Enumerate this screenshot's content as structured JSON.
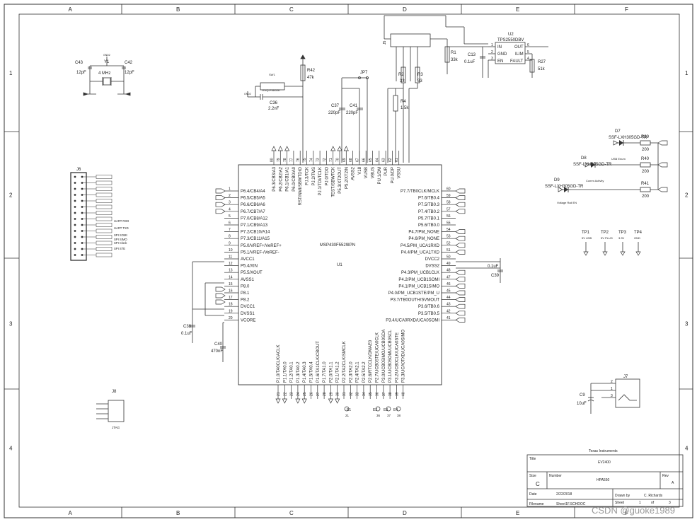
{
  "frame": {
    "cols": [
      "A",
      "B",
      "C",
      "D",
      "E",
      "F"
    ],
    "rows": [
      "1",
      "2",
      "3",
      "4"
    ]
  },
  "crystal": {
    "ref": "Y1",
    "value": "4 MHz",
    "c43_ref": "C43",
    "c43_val": "12pF",
    "c42_ref": "C42",
    "c42_val": "12pF",
    "gnd": "GND2"
  },
  "switch": {
    "ref": "SW1",
    "part": "EVQ-P5D02K",
    "cap_ref": "C36",
    "cap_val": "2.2nF",
    "gnd": "GND2"
  },
  "r42": {
    "ref": "R42",
    "value": "47k"
  },
  "jp7": {
    "ref": "JP7"
  },
  "c37": {
    "ref": "C37",
    "value": "220pF"
  },
  "c41": {
    "ref": "C41",
    "value": "220pF"
  },
  "j5": {
    "ref": "J5"
  },
  "r1": {
    "ref": "R1",
    "value": "33k"
  },
  "r2": {
    "ref": "R2",
    "value": "33"
  },
  "r3": {
    "ref": "R3",
    "value": "33"
  },
  "r4": {
    "ref": "R4",
    "value": "1.5k"
  },
  "u2": {
    "ref": "U2",
    "part": "TPS2550DBV",
    "pins_left": [
      "IN",
      "GND",
      "EN"
    ],
    "pins_right": [
      "OUT",
      "ILIM",
      "FAULT"
    ],
    "nums_left": [
      "1",
      "2",
      "3"
    ],
    "nums_right": [
      "6",
      "5",
      "4"
    ]
  },
  "c13": {
    "ref": "C13",
    "value": "0.1uF"
  },
  "r27": {
    "ref": "R27",
    "value": "51k"
  },
  "leds": [
    {
      "ref": "D7",
      "part": "SSF-LXH305GD-TR",
      "label": "USB Enum",
      "r_ref": "R39",
      "r_val": "200"
    },
    {
      "ref": "D8",
      "part": "SSF-LXH305GD-TR",
      "label": "Comm Activity",
      "r_ref": "R40",
      "r_val": "200"
    },
    {
      "ref": "D9",
      "part": "SSF-LXH305GD-TR",
      "label": "Voltage Rail EN",
      "r_ref": "R41",
      "r_val": "200"
    }
  ],
  "testpoints": [
    {
      "ref": "TP1",
      "label": "5V USB"
    },
    {
      "ref": "TP2",
      "label": "5V PLUG"
    },
    {
      "ref": "TP3",
      "label": "3.3V"
    },
    {
      "ref": "TP4",
      "label": "GND"
    }
  ],
  "j6": {
    "ref": "J6",
    "labels": [
      "UART RXD",
      "UART TXD",
      "SPI SOMI",
      "SPI SIMO",
      "SPI Clock",
      "SPI STE"
    ]
  },
  "u1": {
    "ref": "U1",
    "part": "MSP430F5529IPN",
    "left_pins": [
      {
        "n": "1",
        "name": "P6.4/CB4/A4"
      },
      {
        "n": "2",
        "name": "P6.5/CB5/A5"
      },
      {
        "n": "3",
        "name": "P6.6/CB6/A6"
      },
      {
        "n": "4",
        "name": "P6.7/CB7/A7"
      },
      {
        "n": "5",
        "name": "P7.0/CB8/A12"
      },
      {
        "n": "6",
        "name": "P7.1/CB9/A13"
      },
      {
        "n": "7",
        "name": "P7.2/CB10/A14"
      },
      {
        "n": "8",
        "name": "P7.3/CB11/A15"
      },
      {
        "n": "9",
        "name": "P5.0/VREF+/VeREF+"
      },
      {
        "n": "10",
        "name": "P5.1/VREF-/VeREF-"
      },
      {
        "n": "11",
        "name": "AVCC1"
      },
      {
        "n": "12",
        "name": "P5.4/XIN"
      },
      {
        "n": "13",
        "name": "P5.5/XOUT"
      },
      {
        "n": "14",
        "name": "AVSS1"
      },
      {
        "n": "15",
        "name": "P8.0"
      },
      {
        "n": "16",
        "name": "P8.1"
      },
      {
        "n": "17",
        "name": "P8.2"
      },
      {
        "n": "18",
        "name": "DVCC1"
      },
      {
        "n": "19",
        "name": "DVSS1"
      },
      {
        "n": "20",
        "name": "VCORE"
      }
    ],
    "right_pins": [
      {
        "n": "60",
        "name": "P7.7/TB0CLK/MCLK"
      },
      {
        "n": "59",
        "name": "P7.6/TB0.4"
      },
      {
        "n": "58",
        "name": "P7.5/TB0.3"
      },
      {
        "n": "57",
        "name": "P7.4/TB0.2"
      },
      {
        "n": "56",
        "name": "P5.7/TB0.1"
      },
      {
        "n": "55",
        "name": "P5.6/TB0.0"
      },
      {
        "n": "54",
        "name": "P4.7/PM_NONE"
      },
      {
        "n": "53",
        "name": "P4.6/PM_NONE"
      },
      {
        "n": "52",
        "name": "P4.5/PM_UCA1RXD"
      },
      {
        "n": "51",
        "name": "P4.4/PM_UCA1TXD"
      },
      {
        "n": "50",
        "name": "DVCC2"
      },
      {
        "n": "49",
        "name": "DVSS2"
      },
      {
        "n": "48",
        "name": "P4.3/PM_UCB1CLK"
      },
      {
        "n": "47",
        "name": "P4.2/PM_UCB1SOMI"
      },
      {
        "n": "46",
        "name": "P4.1/PM_UCB1SIMO"
      },
      {
        "n": "45",
        "name": "P4.0/PM_UCB1STE/PM_U"
      },
      {
        "n": "44",
        "name": "P3.7/TB0OUTH/SVMOUT"
      },
      {
        "n": "43",
        "name": "P3.6/TB0.6"
      },
      {
        "n": "42",
        "name": "P3.5/TB0.5"
      },
      {
        "n": "41",
        "name": "P3.4/UCA0RXD/UCA0SOMI"
      }
    ],
    "top_pins": [
      {
        "n": "80",
        "name": "P6.3/CB3/A3"
      },
      {
        "n": "79",
        "name": "P6.2/CB2/A2"
      },
      {
        "n": "78",
        "name": "P6.1/CB1/A1"
      },
      {
        "n": "77",
        "name": "P6.0/CB0/A0"
      },
      {
        "n": "76",
        "name": "RST/NMI/SBWTDIO"
      },
      {
        "n": "75",
        "name": "PJ.3/TCK"
      },
      {
        "n": "74",
        "name": "PJ.2/TMS"
      },
      {
        "n": "73",
        "name": "PJ.1/TDI/TCLK"
      },
      {
        "n": "72",
        "name": "PJ.0/TDO"
      },
      {
        "n": "71",
        "name": "TEST/SBWTCK"
      },
      {
        "n": "70",
        "name": "P5.3/XT2OUT"
      },
      {
        "n": "69",
        "name": "P5.2/XT2IN"
      },
      {
        "n": "68",
        "name": "AVSS2"
      },
      {
        "n": "67",
        "name": "V18"
      },
      {
        "n": "66",
        "name": "VUSB"
      },
      {
        "n": "65",
        "name": "VBUS"
      },
      {
        "n": "64",
        "name": "PU.1/DM"
      },
      {
        "n": "63",
        "name": "PUR"
      },
      {
        "n": "62",
        "name": "PU.0/DP"
      },
      {
        "n": "61",
        "name": "VSSU"
      }
    ],
    "bottom_pins": [
      {
        "n": "21",
        "name": "P1.0/TA0CLK/ACLK"
      },
      {
        "n": "22",
        "name": "P1.1/TA0.0"
      },
      {
        "n": "23",
        "name": "P1.2/TA0.1"
      },
      {
        "n": "24",
        "name": "P1.3/TA0.2"
      },
      {
        "n": "25",
        "name": "P1.4/TA0.3"
      },
      {
        "n": "26",
        "name": "P1.5/TA0.4"
      },
      {
        "n": "27",
        "name": "P1.6/TA1CLK/CBOUT"
      },
      {
        "n": "28",
        "name": "P1.7/TA1.0"
      },
      {
        "n": "29",
        "name": "P2.0/TA1.1"
      },
      {
        "n": "30",
        "name": "P2.1/TA1.2"
      },
      {
        "n": "31",
        "name": "P2.2/TA2CLK/SMCLK"
      },
      {
        "n": "32",
        "name": "P2.3/TA2.0"
      },
      {
        "n": "33",
        "name": "P2.4/TA2.1"
      },
      {
        "n": "34",
        "name": "P2.5/TA2.2"
      },
      {
        "n": "35",
        "name": "P2.6/RTCCLK/DMAE0"
      },
      {
        "n": "36",
        "name": "P2.7/UCB0STE/UCA0CLK"
      },
      {
        "n": "37",
        "name": "P3.0/UCB0SIMO/UCB0SDA"
      },
      {
        "n": "38",
        "name": "P3.1/UCB0SOMI/UCB0SCL"
      },
      {
        "n": "39",
        "name": "P3.2/UCB0CLK/UCA0STE"
      },
      {
        "n": "40",
        "name": "P3.3/UCA0TXD/UCA0SIMO"
      }
    ]
  },
  "c38": {
    "ref": "C38",
    "value": "0.1uF"
  },
  "c40": {
    "ref": "C40",
    "value": "470nF"
  },
  "c39": {
    "ref": "C39",
    "value": "0.1uF"
  },
  "c9": {
    "ref": "C9",
    "value": "10uF"
  },
  "j7": {
    "ref": "J7",
    "pins": [
      "2",
      "1",
      "3"
    ]
  },
  "j8": {
    "ref": "J8",
    "label": "JTAG"
  },
  "test_pads": [
    {
      "ref": "E1",
      "n": "21"
    },
    {
      "ref": "E2",
      "n": "36"
    },
    {
      "ref": "E3",
      "n": "37"
    },
    {
      "ref": "E4",
      "n": "38"
    }
  ],
  "title_block": {
    "company": "Texas Instruments",
    "title_label": "Title",
    "title_value": "EV2400",
    "size_label": "Size",
    "size_value": "C",
    "number_label": "Number",
    "number_value": "HPA550",
    "rev_label": "Rev",
    "rev_value": "A",
    "date_label": "Date",
    "date_value": "2/22/2018",
    "drawn_label": "Drawn by",
    "drawn_value": "C. Richards",
    "file_label": "Filename",
    "file_value": "Sheet1F.SCHDOC",
    "sheet_label": "Sheet",
    "sheet_value": "1",
    "of_label": "of",
    "of_value": "3"
  },
  "watermark": "CSDN @guoke1989"
}
